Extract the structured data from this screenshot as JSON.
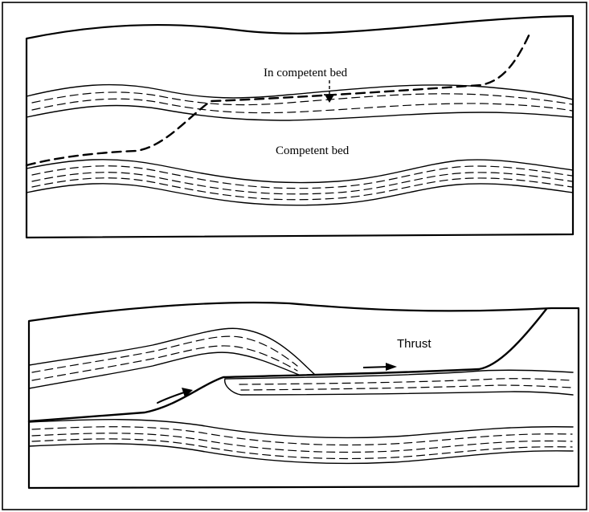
{
  "figure": {
    "top_panel": {
      "labels": {
        "incompetent_bed": "In competent bed",
        "competent_bed": "Competent bed"
      }
    },
    "bottom_panel": {
      "labels": {
        "thrust": "Thrust"
      }
    }
  }
}
